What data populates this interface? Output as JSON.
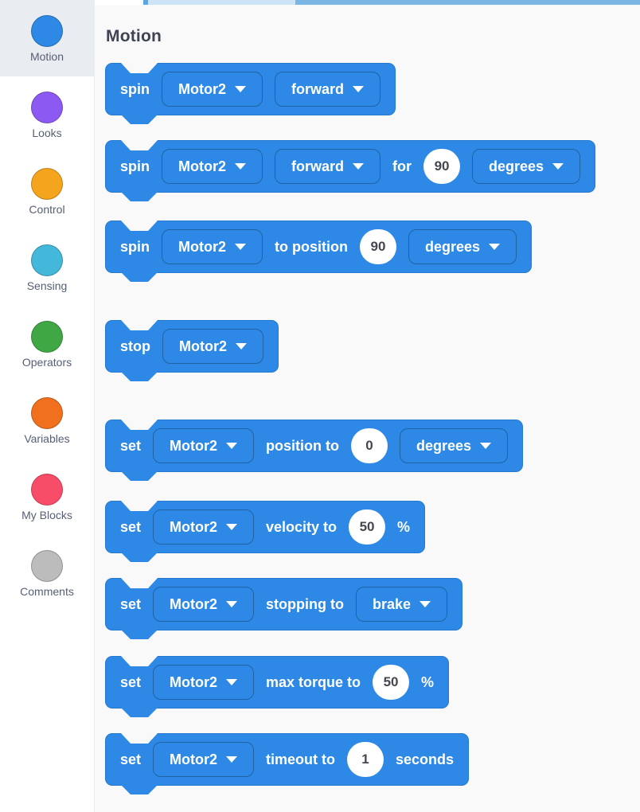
{
  "top_edge": {
    "segments": [
      {
        "name": "white-segment",
        "color": "#ffffff"
      },
      {
        "name": "tab-edge-sliver",
        "color": "#58a7e3"
      },
      {
        "name": "light-blue-segment",
        "color": "#cde3f7"
      },
      {
        "name": "steel-blue-segment",
        "color": "#7ab5e4"
      }
    ]
  },
  "sidebar": {
    "items": [
      {
        "label": "Motion",
        "color": "#2d89e5",
        "selected": true
      },
      {
        "label": "Looks",
        "color": "#8c5af2",
        "selected": false
      },
      {
        "label": "Control",
        "color": "#f5a41d",
        "selected": false
      },
      {
        "label": "Sensing",
        "color": "#44b8da",
        "selected": false
      },
      {
        "label": "Operators",
        "color": "#3fa845",
        "selected": false
      },
      {
        "label": "Variables",
        "color": "#f0701d",
        "selected": false
      },
      {
        "label": "My Blocks",
        "color": "#f84d69",
        "selected": false
      },
      {
        "label": "Comments",
        "color": "#bcbcbc",
        "selected": false
      }
    ]
  },
  "header": {
    "title": "Motion"
  },
  "block_color": "#2d89e5",
  "blocks": [
    {
      "id": "spin-direction",
      "parts": [
        {
          "type": "label",
          "text": "spin"
        },
        {
          "type": "dropdown",
          "text": "Motor2"
        },
        {
          "type": "dropdown",
          "text": "forward"
        }
      ]
    },
    {
      "id": "spin-for-degrees",
      "parts": [
        {
          "type": "label",
          "text": "spin"
        },
        {
          "type": "dropdown",
          "text": "Motor2"
        },
        {
          "type": "dropdown",
          "text": "forward"
        },
        {
          "type": "label",
          "text": "for"
        },
        {
          "type": "number",
          "text": "90"
        },
        {
          "type": "dropdown",
          "text": "degrees"
        }
      ]
    },
    {
      "id": "spin-to-position",
      "parts": [
        {
          "type": "label",
          "text": "spin"
        },
        {
          "type": "dropdown",
          "text": "Motor2"
        },
        {
          "type": "label",
          "text": "to position"
        },
        {
          "type": "number",
          "text": "90"
        },
        {
          "type": "dropdown",
          "text": "degrees"
        }
      ]
    },
    {
      "id": "stop-motor",
      "parts": [
        {
          "type": "label",
          "text": "stop"
        },
        {
          "type": "dropdown",
          "text": "Motor2"
        }
      ]
    },
    {
      "id": "set-position",
      "parts": [
        {
          "type": "label",
          "text": "set"
        },
        {
          "type": "dropdown",
          "text": "Motor2"
        },
        {
          "type": "label",
          "text": "position to"
        },
        {
          "type": "number",
          "text": "0"
        },
        {
          "type": "dropdown",
          "text": "degrees"
        }
      ]
    },
    {
      "id": "set-velocity",
      "parts": [
        {
          "type": "label",
          "text": "set"
        },
        {
          "type": "dropdown",
          "text": "Motor2"
        },
        {
          "type": "label",
          "text": "velocity to"
        },
        {
          "type": "number",
          "text": "50"
        },
        {
          "type": "label",
          "text": "%"
        }
      ]
    },
    {
      "id": "set-stopping",
      "parts": [
        {
          "type": "label",
          "text": "set"
        },
        {
          "type": "dropdown",
          "text": "Motor2"
        },
        {
          "type": "label",
          "text": "stopping to"
        },
        {
          "type": "dropdown",
          "text": "brake"
        }
      ]
    },
    {
      "id": "set-max-torque",
      "parts": [
        {
          "type": "label",
          "text": "set"
        },
        {
          "type": "dropdown",
          "text": "Motor2"
        },
        {
          "type": "label",
          "text": "max torque to"
        },
        {
          "type": "number",
          "text": "50"
        },
        {
          "type": "label",
          "text": "%"
        }
      ]
    },
    {
      "id": "set-timeout",
      "parts": [
        {
          "type": "label",
          "text": "set"
        },
        {
          "type": "dropdown",
          "text": "Motor2"
        },
        {
          "type": "label",
          "text": "timeout to"
        },
        {
          "type": "number",
          "text": "1"
        },
        {
          "type": "label",
          "text": "seconds"
        }
      ]
    }
  ]
}
